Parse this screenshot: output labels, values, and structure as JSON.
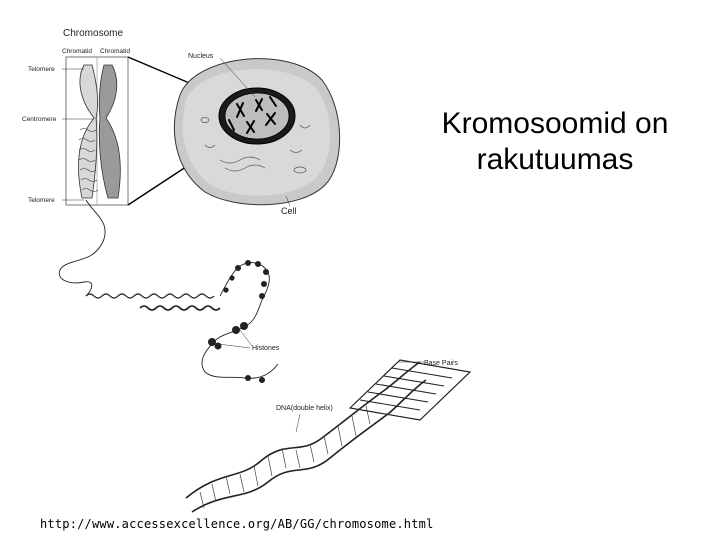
{
  "slide": {
    "title_line1": "Kromosoomid on",
    "title_line2": "rakutuumas",
    "source_url": "http://www.accessexcellence.org/AB/GG/chromosome.html"
  },
  "diagram": {
    "labels": {
      "chromosome": "Chromosome",
      "chromatid_left": "Chromatid",
      "chromatid_right": "Chromatid",
      "telomere_top": "Telomere",
      "centromere": "Centromere",
      "telomere_bottom": "Telomere",
      "nucleus": "Nucleus",
      "cell": "Cell",
      "histones": "Histones",
      "dna": "DNA(double helix)",
      "base_pairs": "Base Pairs"
    }
  }
}
